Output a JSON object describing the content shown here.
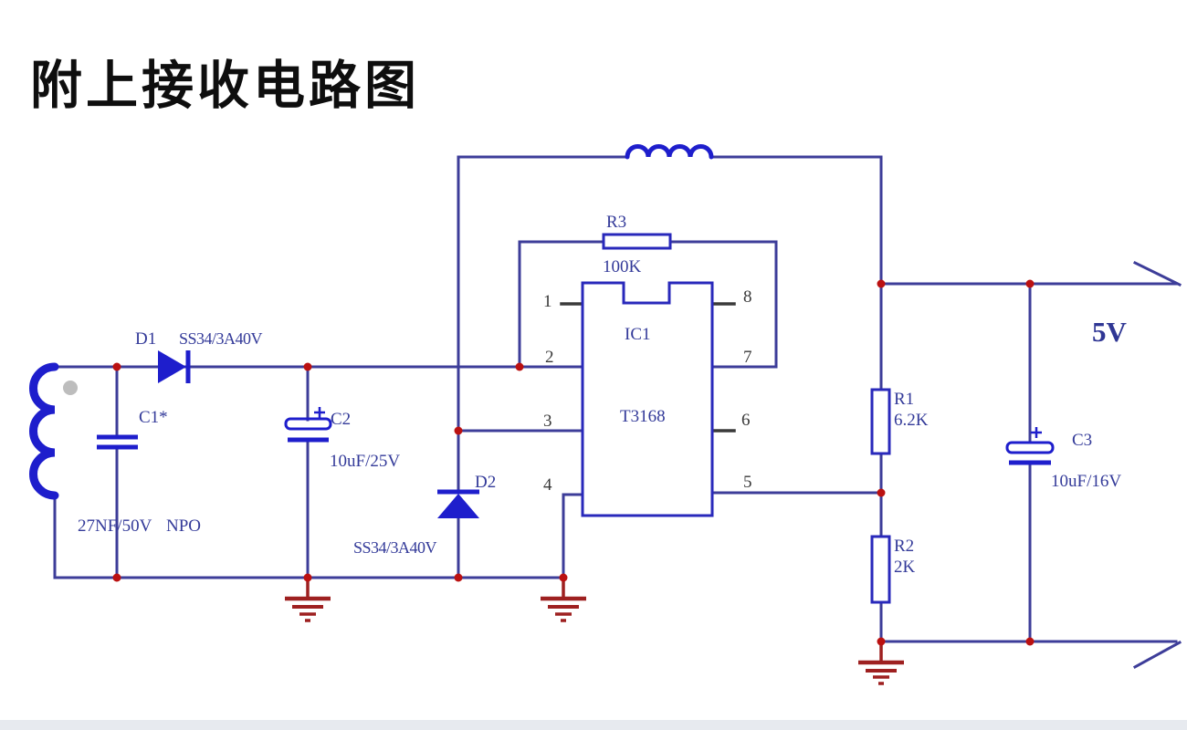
{
  "page": {
    "title": "附上接收电路图"
  },
  "schematic": {
    "supply_label": "5V",
    "colors": {
      "wire": "#3d3d99",
      "component_symbol": "#1e1ecc",
      "junction_dot": "#bb1111",
      "ground": "#9e2020",
      "label_text": "#333a99",
      "title_text": "#0e0e0e"
    },
    "components": {
      "d1": {
        "ref": "D1",
        "value": "SS34/3A40V"
      },
      "c1": {
        "ref": "C1*",
        "value": "27NF/50V",
        "dielectric": "NPO"
      },
      "c2": {
        "ref": "C2",
        "value": "10uF/25V"
      },
      "d2": {
        "ref": "D2",
        "value": "SS34/3A40V"
      },
      "r3": {
        "ref": "R3",
        "value": "100K"
      },
      "ic1": {
        "ref": "IC1",
        "part": "T3168",
        "pins": {
          "p1": "1",
          "p2": "2",
          "p3": "3",
          "p4": "4",
          "p5": "5",
          "p6": "6",
          "p7": "7",
          "p8": "8"
        }
      },
      "r1": {
        "ref": "R1",
        "value": "6.2K"
      },
      "r2": {
        "ref": "R2",
        "value": "2K"
      },
      "c3": {
        "ref": "C3",
        "value": "10uF/16V"
      }
    }
  }
}
